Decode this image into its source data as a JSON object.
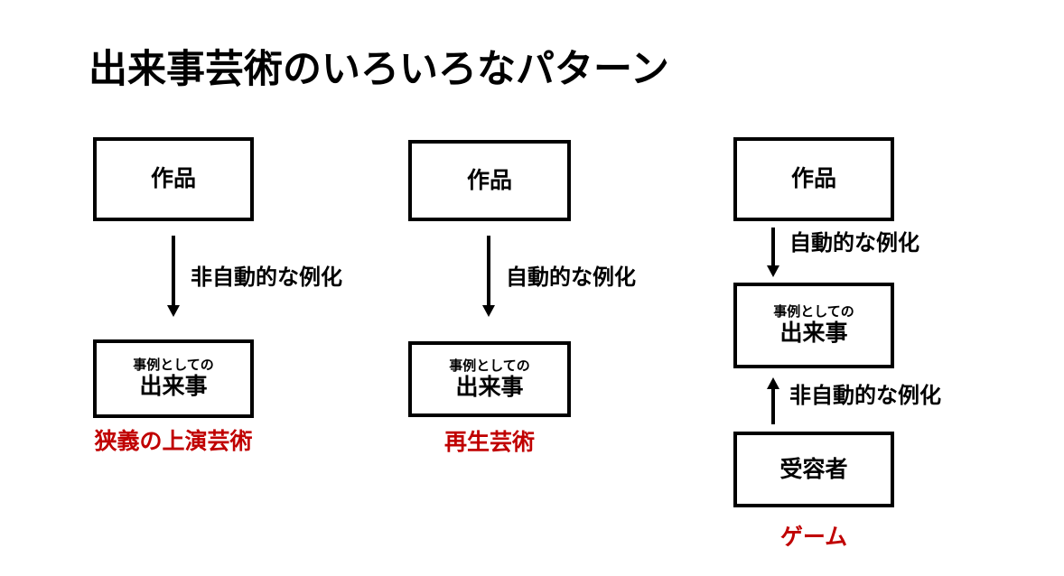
{
  "page": {
    "title": "出来事芸術のいろいろなパターン",
    "background_color": "#ffffff",
    "ink_color": "#000000",
    "accent_color": "#c00000"
  },
  "columns": [
    {
      "id": "column-1",
      "caption": "狭義の上演芸術",
      "nodes": [
        {
          "id": "c1-work",
          "main": "作品",
          "sub": ""
        },
        {
          "id": "c1-event",
          "main": "出来事",
          "sub": "事例としての"
        }
      ],
      "edges": [
        {
          "id": "c1-edge-1",
          "label": "非自動的な例化",
          "direction": "down"
        }
      ]
    },
    {
      "id": "column-2",
      "caption": "再生芸術",
      "nodes": [
        {
          "id": "c2-work",
          "main": "作品",
          "sub": ""
        },
        {
          "id": "c2-event",
          "main": "出来事",
          "sub": "事例としての"
        }
      ],
      "edges": [
        {
          "id": "c2-edge-1",
          "label": "自動的な例化",
          "direction": "down"
        }
      ]
    },
    {
      "id": "column-3",
      "caption": "ゲーム",
      "nodes": [
        {
          "id": "c3-work",
          "main": "作品",
          "sub": ""
        },
        {
          "id": "c3-event",
          "main": "出来事",
          "sub": "事例としての"
        },
        {
          "id": "c3-audience",
          "main": "受容者",
          "sub": ""
        }
      ],
      "edges": [
        {
          "id": "c3-edge-1",
          "label": "自動的な例化",
          "direction": "down"
        },
        {
          "id": "c3-edge-2",
          "label": "非自動的な例化",
          "direction": "up"
        }
      ]
    }
  ]
}
